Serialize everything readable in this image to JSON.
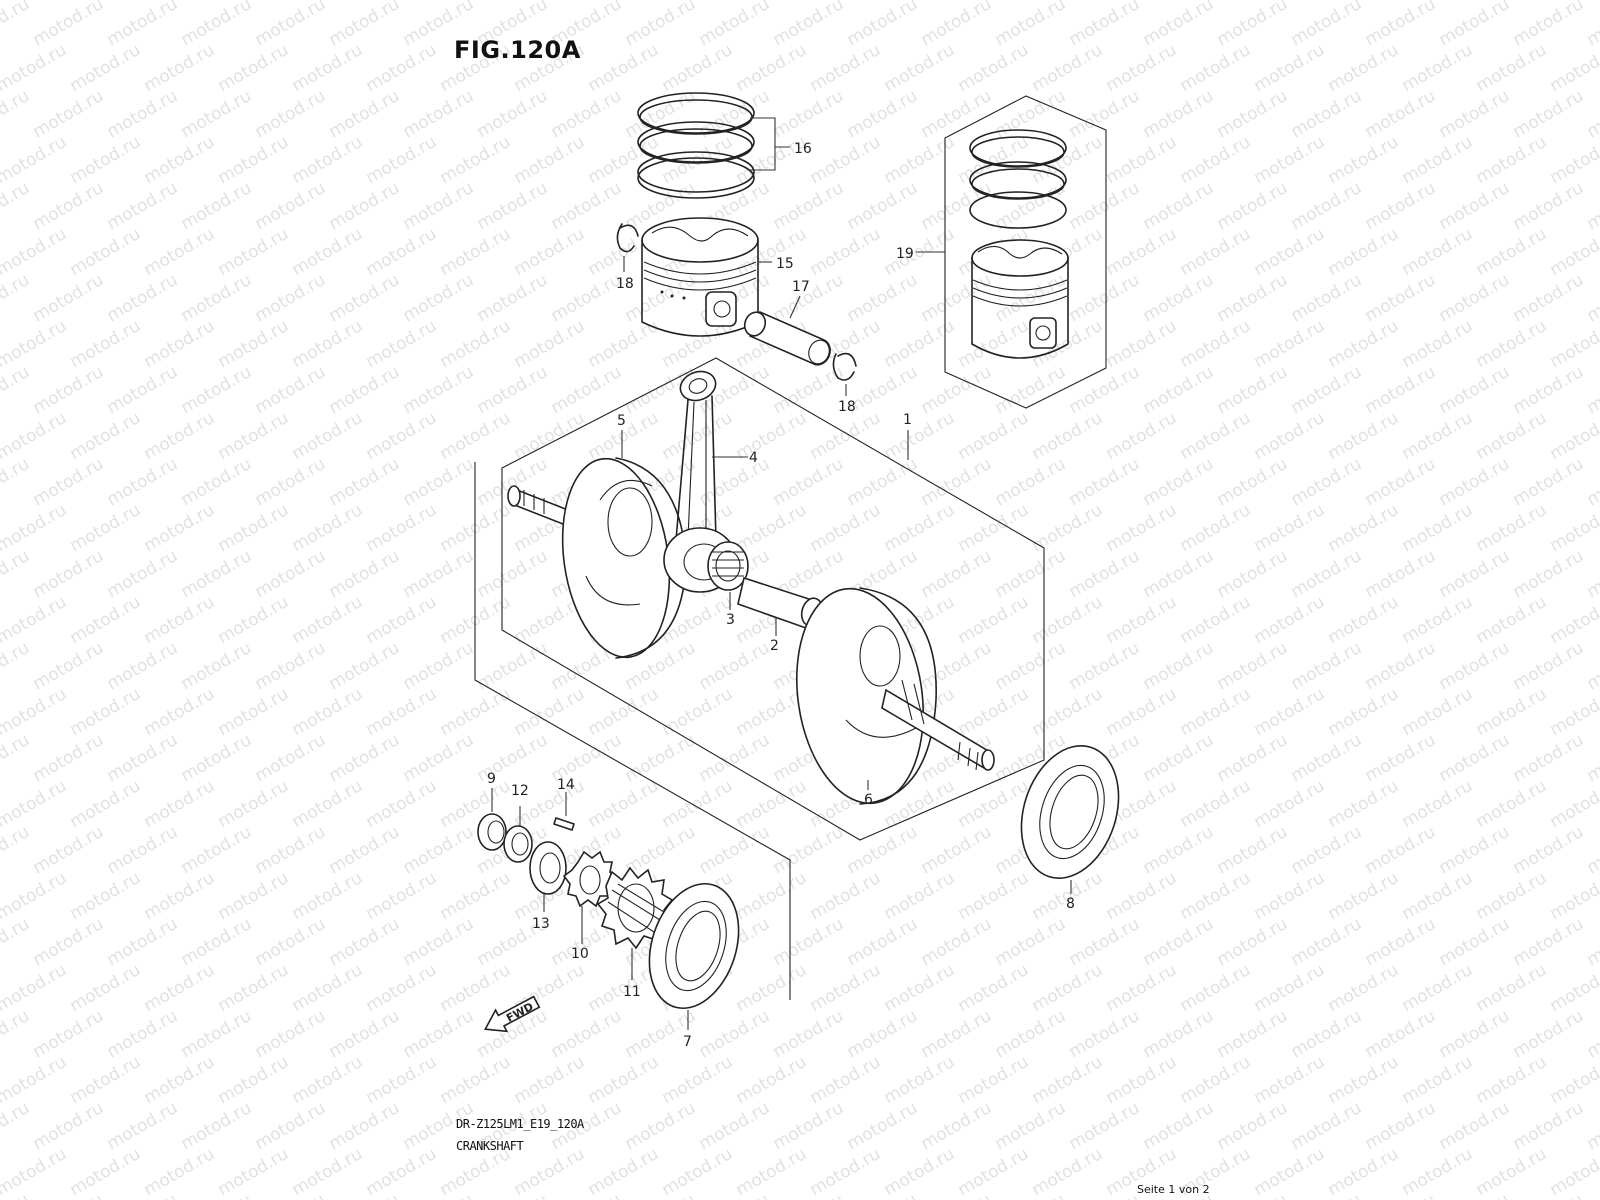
{
  "figure": {
    "title": "FIG.120A",
    "model_code": "DR-Z125LM1_E19_120A",
    "section_name": "CRANKSHAFT",
    "page_indicator": "Seite 1 von 2",
    "direction_label": "FWD"
  },
  "watermark": {
    "text": "motod.ru"
  },
  "callouts": [
    {
      "id": "1",
      "label": "1",
      "part": "crankshaft-assembly"
    },
    {
      "id": "2",
      "label": "2",
      "part": "crank-pin"
    },
    {
      "id": "3",
      "label": "3",
      "part": "needle-bearing"
    },
    {
      "id": "4",
      "label": "4",
      "part": "connecting-rod"
    },
    {
      "id": "5",
      "label": "5",
      "part": "crank-web-left"
    },
    {
      "id": "6",
      "label": "6",
      "part": "crank-web-right"
    },
    {
      "id": "7",
      "label": "7",
      "part": "ball-bearing-left"
    },
    {
      "id": "8",
      "label": "8",
      "part": "ball-bearing-right"
    },
    {
      "id": "9",
      "label": "9",
      "part": "oil-seal"
    },
    {
      "id": "10",
      "label": "10",
      "part": "primary-gear-small"
    },
    {
      "id": "11",
      "label": "11",
      "part": "primary-drive-gear"
    },
    {
      "id": "12",
      "label": "12",
      "part": "spacer"
    },
    {
      "id": "13",
      "label": "13",
      "part": "washer"
    },
    {
      "id": "14",
      "label": "14",
      "part": "key"
    },
    {
      "id": "15",
      "label": "15",
      "part": "piston"
    },
    {
      "id": "16",
      "label": "16",
      "part": "piston-ring-set"
    },
    {
      "id": "17",
      "label": "17",
      "part": "piston-pin"
    },
    {
      "id": "18a",
      "label": "18",
      "part": "circlip"
    },
    {
      "id": "18b",
      "label": "18",
      "part": "circlip"
    },
    {
      "id": "19",
      "label": "19",
      "part": "piston-set"
    }
  ]
}
